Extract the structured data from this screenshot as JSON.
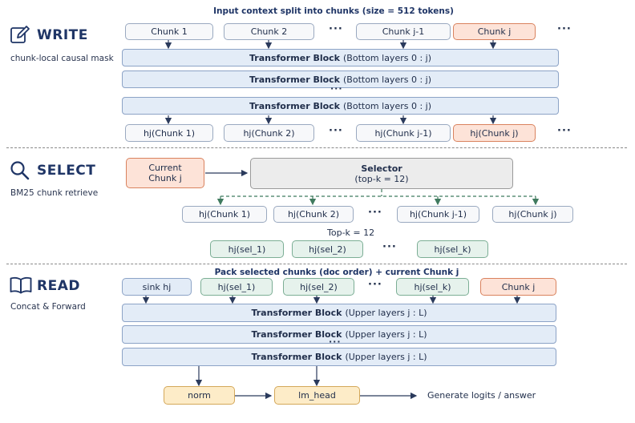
{
  "write": {
    "title": "WRITE",
    "subtitle": "chunk-local causal mask",
    "header": "Input context split into chunks (size = 512 tokens)",
    "chunks": [
      "Chunk 1",
      "Chunk 2",
      "Chunk j-1",
      "Chunk j"
    ],
    "ellipsis": "···",
    "block_label": "Transformer Block",
    "block_detail": "(Bottom layers 0 : j)",
    "vdots": "···",
    "hidden": [
      "hj(Chunk 1)",
      "hj(Chunk 2)",
      "hj(Chunk j-1)",
      "hj(Chunk j)"
    ]
  },
  "select": {
    "title": "SELECT",
    "subtitle": "BM25 chunk retrieve",
    "current_chunk": "Current Chunk j",
    "selector_title": "Selector",
    "selector_sub": "(top-k = 12)",
    "candidates": [
      "hj(Chunk 1)",
      "hj(Chunk 2)",
      "hj(Chunk j-1)",
      "hj(Chunk j)"
    ],
    "topk_label": "Top-k = 12",
    "selected": [
      "hj(sel_1)",
      "hj(sel_2)",
      "hj(sel_k)"
    ],
    "ellipsis": "···"
  },
  "read": {
    "title": "READ",
    "subtitle": "Concat & Forward",
    "header": "Pack selected chunks (doc order) + current Chunk j",
    "inputs": [
      "sink hj",
      "hj(sel_1)",
      "hj(sel_2)",
      "hj(sel_k)",
      "Chunk j"
    ],
    "ellipsis": "···",
    "block_label": "Transformer Block",
    "block_detail": "(Upper layers j : L)",
    "vdots": "···",
    "norm": "norm",
    "lm_head": "lm_head",
    "output": "Generate logits / answer"
  }
}
